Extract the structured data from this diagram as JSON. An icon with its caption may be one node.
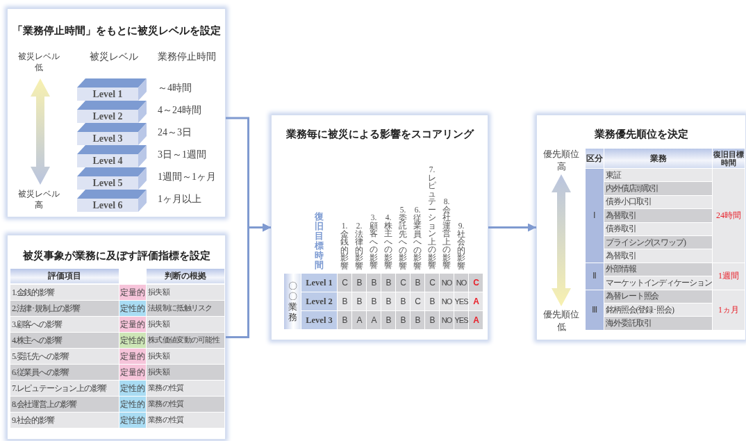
{
  "diagram": {
    "nodes": [
      {
        "text": [
          "「業務停止時間」をもとに被災レベルを設定"
        ]
      },
      {
        "text": [
          "Level 1"
        ],
        "in": 0
      },
      {
        "text": [
          "Level 2"
        ],
        "in": 0
      },
      {
        "text": [
          "Level 3"
        ],
        "in": 0
      },
      {
        "text": [
          "Level 4"
        ],
        "in": 0
      },
      {
        "text": [
          "Level 5"
        ],
        "in": 0
      },
      {
        "text": [
          "Level 6"
        ],
        "in": 0
      },
      {
        "text": [
          "被災事象が業務に及ぼす評価指標を設定"
        ]
      },
      {
        "text": [
          "業務毎に被災による影響をスコアリング"
        ]
      },
      {
        "text": [
          "業務優先順位を決定"
        ]
      }
    ],
    "edges": [
      {
        "from": 0,
        "to": 8,
        "arrow": "to"
      },
      {
        "from": 7,
        "to": 8,
        "arrow": "to"
      },
      {
        "from": 8,
        "to": 9,
        "arrow": "to"
      }
    ],
    "labels": [
      "被災レベル低",
      "被災レベル",
      "業務停止時間",
      "～4時間",
      "4～24時間",
      "24～3日",
      "3日～1週間",
      "1週間～1ヶ月",
      "1ヶ月以上",
      "被災レベル高",
      "評価項目",
      "判断の根拠",
      "1.金銭的影響",
      "定量的",
      "損失額",
      "2.法律･規制上の影響",
      "定性的",
      "法規制に抵触リスク",
      "3.顧客への影響",
      "定量的",
      "損失額",
      "4.株主への影響",
      "定性的",
      "株式価値変動の可能性",
      "5.委託先への影響",
      "定量的",
      "損失額",
      "6.従業員への影響",
      "定量的",
      "損失額",
      "7.レピュテーション上の影響",
      "定性的",
      "業務の性質",
      "8.会社運営上の影響",
      "定性的",
      "業務の性質",
      "9.社会的影響",
      "定性的",
      "業務の性質",
      "復旧目標時間",
      "1.金銭的影響",
      "2.法律的影響",
      "3.顧客への影響",
      "4.株主への影響",
      "5.委託先への影響",
      "6.従業員への影響",
      "7.レピュテーション上の影響",
      "8.会社運営上の影響",
      "9.社会的影響",
      "〇〇業務",
      "Level 1",
      "C",
      "B",
      "B",
      "B",
      "C",
      "B",
      "C",
      "NO",
      "NO",
      "C",
      "Level 2",
      "B",
      "B",
      "B",
      "B",
      "B",
      "C",
      "B",
      "NO",
      "YES",
      "A",
      "Level 3",
      "B",
      "A",
      "A",
      "B",
      "B",
      "B",
      "B",
      "NO",
      "YES",
      "A",
      "優先順位高",
      "区分",
      "業務",
      "復旧目標時間",
      "Ⅰ",
      "東証",
      "内外債店頭取引",
      "債券小口取引",
      "為替取引",
      "債券取引",
      "プライシング(スワップ)",
      "為替取引",
      "24時間",
      "Ⅱ",
      "外部情報",
      "マーケットインディケーション",
      "1週間",
      "Ⅲ",
      "為替レート照会",
      "銘柄照会(登録･照会)",
      "海外委託取引",
      "1ヵ月",
      "優先順位低"
    ]
  }
}
